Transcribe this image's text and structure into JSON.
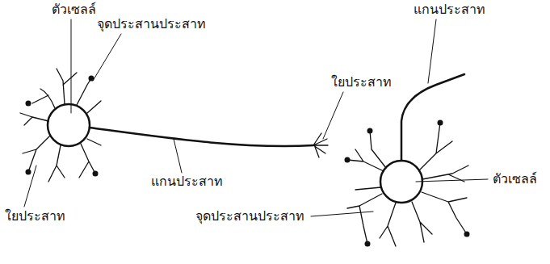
{
  "diagram": {
    "labels": [
      "ตัวเซลล์",
      "จุดประสานประสาท",
      "แกนประสาท",
      "ใยประสาท",
      "แกนประสาท",
      "ตัวเซลล์",
      "ใยประสาท",
      "จุดประสานประสาท"
    ]
  }
}
